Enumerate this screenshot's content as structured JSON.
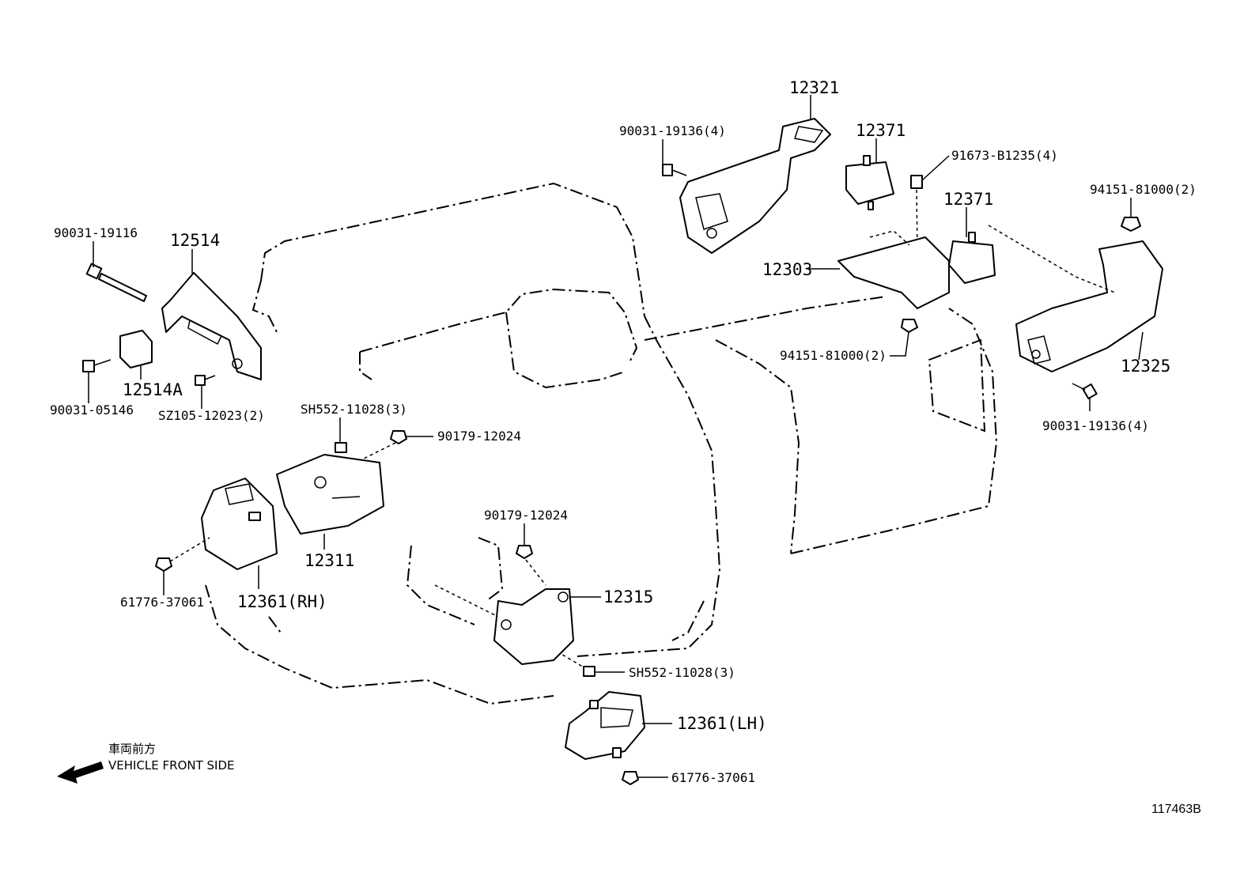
{
  "labels": {
    "p12321": "12321",
    "p90031_19136_4_top": "90031-19136(4)",
    "p12371_top": "12371",
    "p91673": "91673-B1235(4)",
    "p12371_mid": "12371",
    "p94151_right": "94151-81000(2)",
    "p12303": "12303",
    "p94151_mid": "94151-81000(2)",
    "p12325": "12325",
    "p90031_19136_4_right": "90031-19136(4)",
    "p90031_19116": "90031-19116",
    "p12514": "12514",
    "p12514A": "12514A",
    "p90031_05146": "90031-05146",
    "pSZ105": "SZ105-12023(2)",
    "pSH552_top": "SH552-11028(3)",
    "p90179_top": "90179-12024",
    "p12311": "12311",
    "p12361RH": "12361(RH)",
    "p61776_left": "61776-37061",
    "p90179_mid": "90179-12024",
    "p12315": "12315",
    "pSH552_bottom": "SH552-11028(3)",
    "p12361LH": "12361(LH)",
    "p61776_bottom": "61776-37061"
  },
  "direction": {
    "japanese": "車両前方",
    "english": "VEHICLE FRONT SIDE"
  },
  "diagram_code": "117463B"
}
